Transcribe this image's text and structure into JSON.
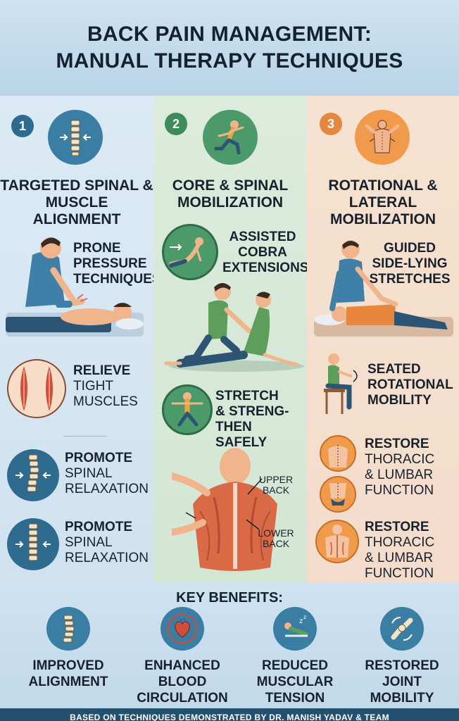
{
  "header": {
    "title_line1": "BACK PAIN MANAGEMENT:",
    "title_line2": "MANUAL THERAPY TECHNIQUES"
  },
  "columns": [
    {
      "number": "1",
      "title_line1": "TARGETED SPINAL &",
      "title_line2": "MUSCLE ALIGNMENT",
      "technique": [
        "PRONE",
        "PRESSURE",
        "TECHNIQUES"
      ],
      "items": [
        {
          "line1": "RELIEVE",
          "line2": "TIGHT",
          "line3": "MUSCLES"
        },
        {
          "line1": "PROMOTE",
          "line2": "SPINAL",
          "line3": "RELAXATION"
        },
        {
          "line1": "PROMOTE",
          "line2": "SPINAL",
          "line3": "RELAXATION"
        }
      ]
    },
    {
      "number": "2",
      "title_line1": "CORE & SPINAL",
      "title_line2": "MOBILIZATION",
      "technique": [
        "ASSISTED",
        "COBRA",
        "EXTENSIONS"
      ],
      "stretch": [
        "STRETCH",
        "& STRENG-",
        "THEN SAFELY"
      ],
      "anatomy": {
        "upper": "UPPER BACK",
        "lower": "LOWER BACK"
      }
    },
    {
      "number": "3",
      "title_line1": "ROTATIONAL &",
      "title_line2": "LATERAL",
      "title_line3": "MOBILIZATION",
      "technique": [
        "GUIDED",
        "SIDE-LYING",
        "STRETCHES"
      ],
      "seated": [
        "SEATED",
        "ROTATIONAL",
        "MOBILITY"
      ],
      "items": [
        {
          "line1": "RESTORE",
          "line2": "THORACIC",
          "line3": "& LUMBAR",
          "line4": "FUNCTION"
        },
        {
          "line1": "RESTORE",
          "line2": "THORACIC",
          "line3": "& LUMBAR",
          "line4": "FUNCTION"
        }
      ]
    }
  ],
  "benefits": {
    "title": "KEY BENEFITS:",
    "items": [
      {
        "line1": "IMPROVED",
        "line2": "ALIGNMENT",
        "line3": "",
        "icon": "spine-icon"
      },
      {
        "line1": "ENHANCED",
        "line2": "BLOOD",
        "line3": "CIRCULATION",
        "icon": "heart-icon"
      },
      {
        "line1": "REDUCED",
        "line2": "MUSCULAR",
        "line3": "TENSION",
        "icon": "resting-person-icon"
      },
      {
        "line1": "RESTORED",
        "line2": "JOINT",
        "line3": "MOBILITY",
        "icon": "joint-icon"
      }
    ]
  },
  "footer": {
    "text": "BASED ON TECHNIQUES DEMONSTRATED BY DR. MANISH YADAV & TEAM"
  },
  "colors": {
    "blue": "#3a7ea3",
    "green": "#4c9a6a",
    "orange": "#f19a4c",
    "navy": "#23506f"
  }
}
